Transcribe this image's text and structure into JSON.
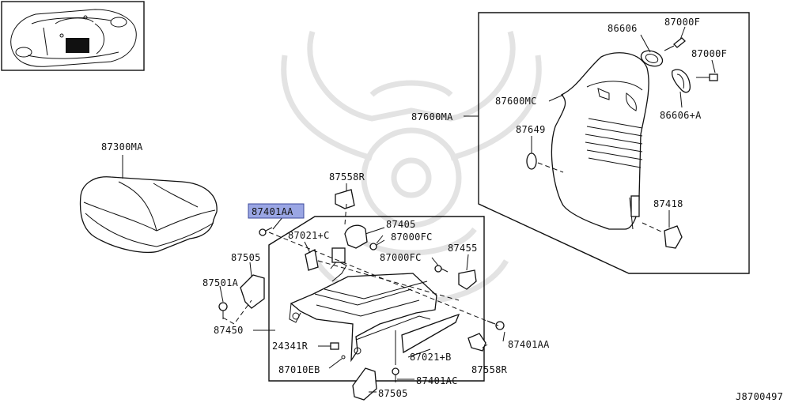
{
  "labels": {
    "seat_cushion": "87300MA",
    "highlight": "87401AA",
    "rail_bracket_r": "87558R",
    "lever_cover": "87405",
    "bolt_fc_top": "87000FC",
    "bolt_fc_mid": "87000FC",
    "trim_cover": "87021+C",
    "side_cover_top": "87505",
    "clip_a": "87501A",
    "seat_frame": "87450",
    "cover_right": "87455",
    "screw_bottom_right": "87401AA",
    "knob_bottom_right": "87558R",
    "bracket_b": "87021+B",
    "switch": "24341R",
    "harness_clip": "87010EB",
    "bolt_ac": "87401AC",
    "side_cover_bottom": "87505",
    "seat_back": "87600MA",
    "back_trim": "87600MC",
    "guide": "86606",
    "guide_a": "86606+A",
    "screw_f_top": "87000F",
    "screw_f_right": "87000F",
    "fastener": "87649",
    "hinge_cover": "87418"
  },
  "diagram_id": "J8700497"
}
